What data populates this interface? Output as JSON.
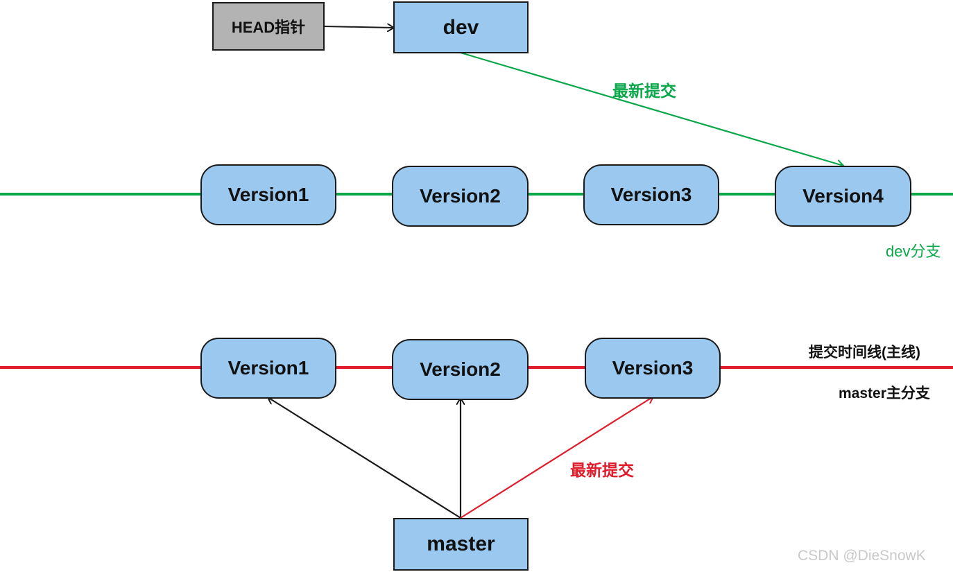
{
  "colors": {
    "dev_line": "#0aa74a",
    "master_line": "#e01b2c",
    "node_fill": "#9bc8ee",
    "head_fill": "#b3b3b3",
    "arrow_black": "#1a1a1a"
  },
  "dev": {
    "pointer_label": "dev",
    "head_label": "HEAD指针",
    "latest_commit_label": "最新提交",
    "branch_label": "dev分支",
    "versions": [
      "Version1",
      "Version2",
      "Version3",
      "Version4"
    ]
  },
  "master": {
    "pointer_label": "master",
    "latest_commit_label": "最新提交",
    "timeline_label": "提交时间线(主线)",
    "branch_label": "master主分支",
    "versions": [
      "Version1",
      "Version2",
      "Version3"
    ]
  },
  "watermark": "CSDN @DieSnowK"
}
